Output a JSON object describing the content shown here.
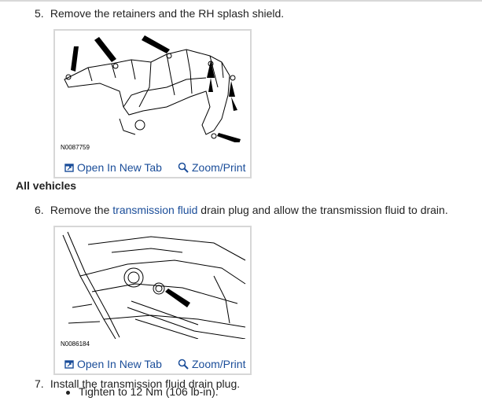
{
  "steps": [
    {
      "number": "5.",
      "text": "Remove the retainers and the RH splash shield."
    },
    {
      "number": "6.",
      "text_before": "Remove the ",
      "link": "transmission fluid",
      "text_after": " drain plug and allow the transmission fluid to drain."
    },
    {
      "number": "7.",
      "text": "Install the transmission fluid drain plug."
    }
  ],
  "section_heading": "All vehicles",
  "figures": [
    {
      "id": "N0087759",
      "open_label": "Open In New Tab",
      "zoom_label": "Zoom/Print",
      "open_icon": "open-new-tab-icon",
      "zoom_icon": "magnifier-icon"
    },
    {
      "id": "N0086184",
      "open_label": "Open In New Tab",
      "zoom_label": "Zoom/Print",
      "open_icon": "open-new-tab-icon",
      "zoom_icon": "magnifier-icon"
    }
  ],
  "substeps": [
    "Tighten to 12 Nm (106 lb-in)."
  ],
  "colors": {
    "link": "#1a4d99",
    "text": "#222222",
    "figure_border": "#d7d7d7"
  }
}
